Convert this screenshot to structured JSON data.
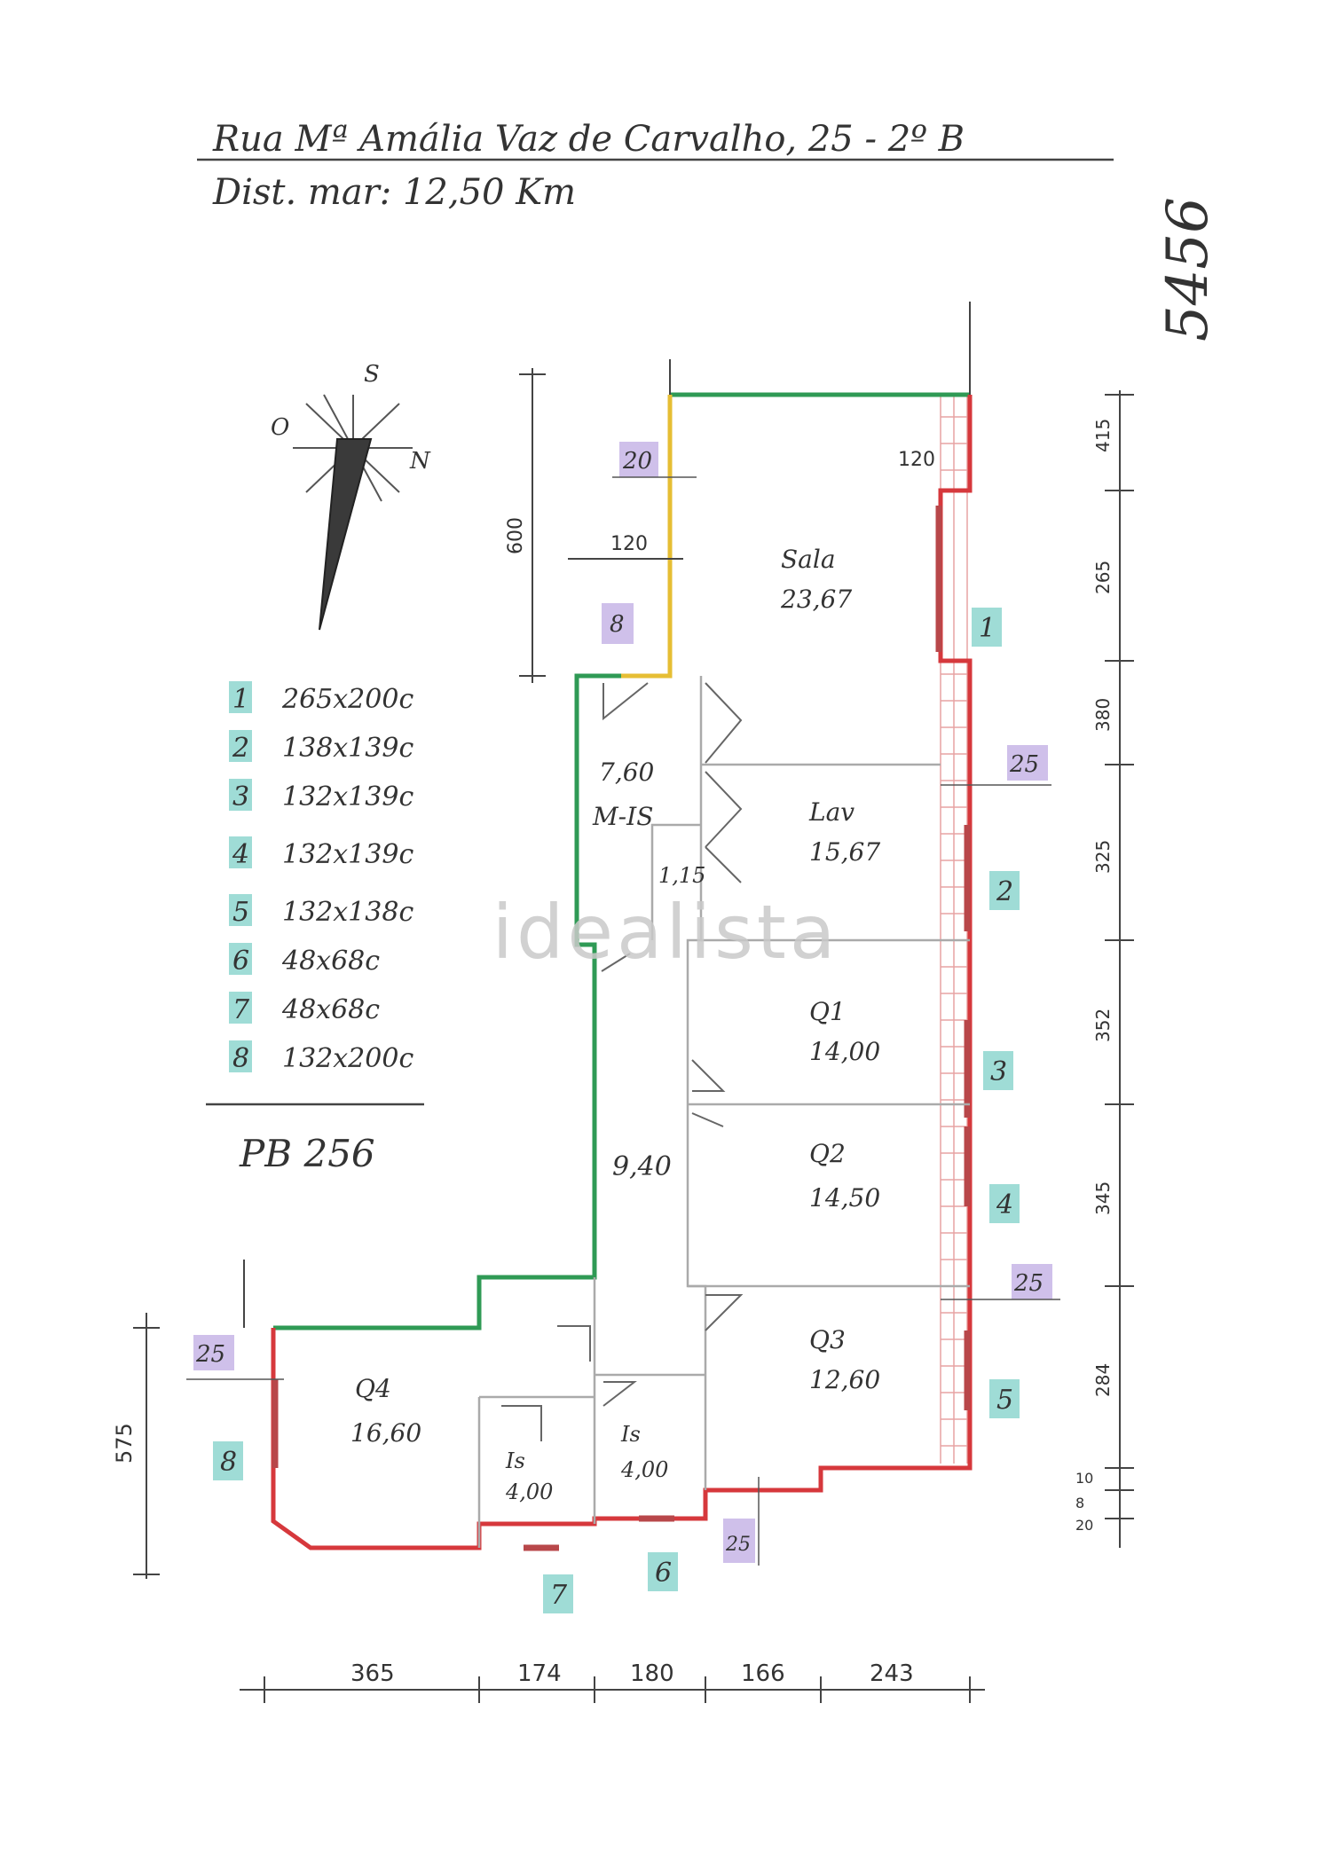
{
  "header": {
    "address": "Rua Mª Amália Vaz de Carvalho, 25 - 2º B",
    "distance": "Dist. mar: 12,50 Km"
  },
  "reference": "5456",
  "compass": {
    "north": "N",
    "south": "S",
    "west": "O"
  },
  "window_list": [
    {
      "no": "1",
      "size": "265x200c"
    },
    {
      "no": "2",
      "size": "138x139c"
    },
    {
      "no": "3",
      "size": "132x139c"
    },
    {
      "no": "4",
      "size": "132x139c"
    },
    {
      "no": "5",
      "size": "132x138c"
    },
    {
      "no": "6",
      "size": "48x68c"
    },
    {
      "no": "7",
      "size": "48x68c"
    },
    {
      "no": "8",
      "size": "132x200c"
    }
  ],
  "pb": "PB 256",
  "rooms": {
    "sala": {
      "name": "Sala",
      "area": "23,67"
    },
    "hall": {
      "name": "7,60",
      "area": "M-IS"
    },
    "closet": {
      "area": "1,15"
    },
    "lavandaria": {
      "name": "Lav",
      "area": "15,67"
    },
    "corridor": {
      "area": "9,40"
    },
    "q1": {
      "name": "Q1",
      "area": "14,00"
    },
    "q2": {
      "name": "Q2",
      "area": "14,50"
    },
    "q3": {
      "name": "Q3",
      "area": "12,60"
    },
    "q4": {
      "name": "Q4",
      "area": "16,60"
    },
    "wc1": {
      "name": "Is",
      "area": "4,00"
    },
    "wc2": {
      "name": "Is",
      "area": "4,00"
    }
  },
  "tags_lavender": [
    "20",
    "8",
    "25",
    "25",
    "25",
    "25"
  ],
  "tags_teal": [
    "1",
    "2",
    "3",
    "4",
    "5",
    "6",
    "7",
    "8"
  ],
  "dims": {
    "top_small": "120",
    "mid_small": "120",
    "left_top": "600",
    "left_bottom": "575",
    "right": [
      "415",
      "265",
      "380",
      "325",
      "352",
      "345",
      "284",
      "10",
      "8",
      "20"
    ],
    "bottom": [
      "365",
      "174",
      "180",
      "166",
      "243"
    ]
  },
  "watermark": "idealista",
  "colors": {
    "green": "#2f9a55",
    "red": "#d6383c",
    "yellow": "#e6be34",
    "teal": "#9fdcd6",
    "lavender": "#cfc0ea"
  }
}
